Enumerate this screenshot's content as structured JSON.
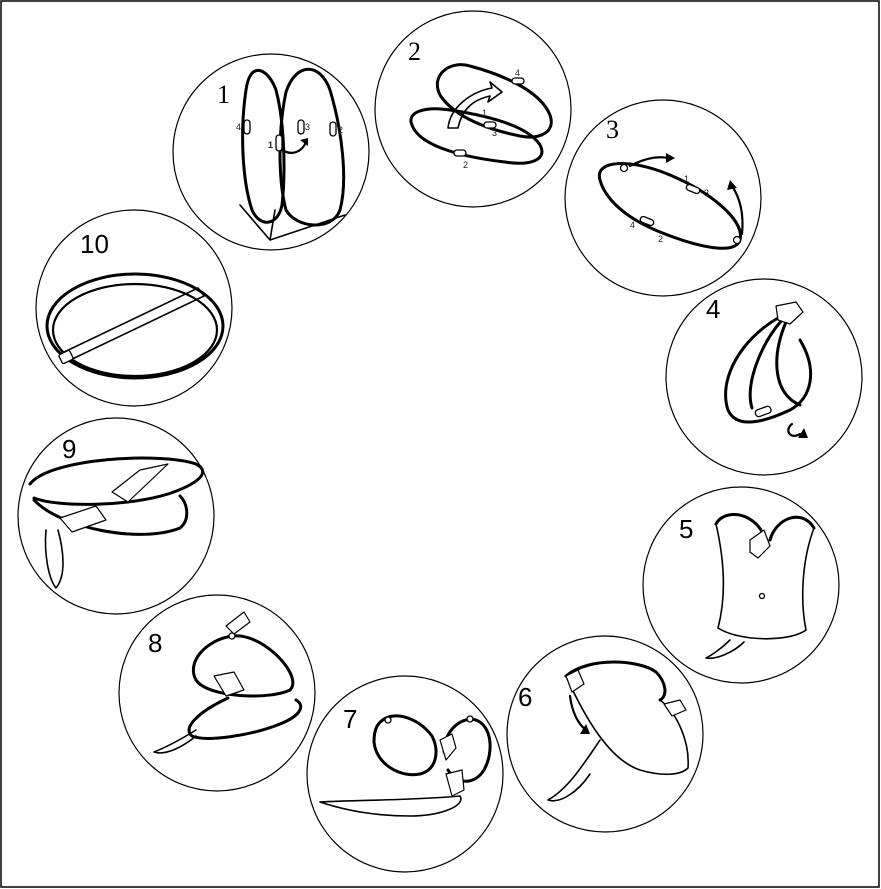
{
  "steps": [
    {
      "label": "1",
      "markers": [
        "4",
        "1",
        "3",
        "2"
      ]
    },
    {
      "label": "2",
      "markers": [
        "4",
        "1",
        "3",
        "2"
      ]
    },
    {
      "label": "3",
      "markers": [
        "1",
        "3",
        "4",
        "2"
      ]
    },
    {
      "label": "4",
      "markers": []
    },
    {
      "label": "5",
      "markers": []
    },
    {
      "label": "6",
      "markers": []
    },
    {
      "label": "7",
      "markers": []
    },
    {
      "label": "8",
      "markers": []
    },
    {
      "label": "9",
      "markers": []
    },
    {
      "label": "10",
      "markers": []
    }
  ]
}
